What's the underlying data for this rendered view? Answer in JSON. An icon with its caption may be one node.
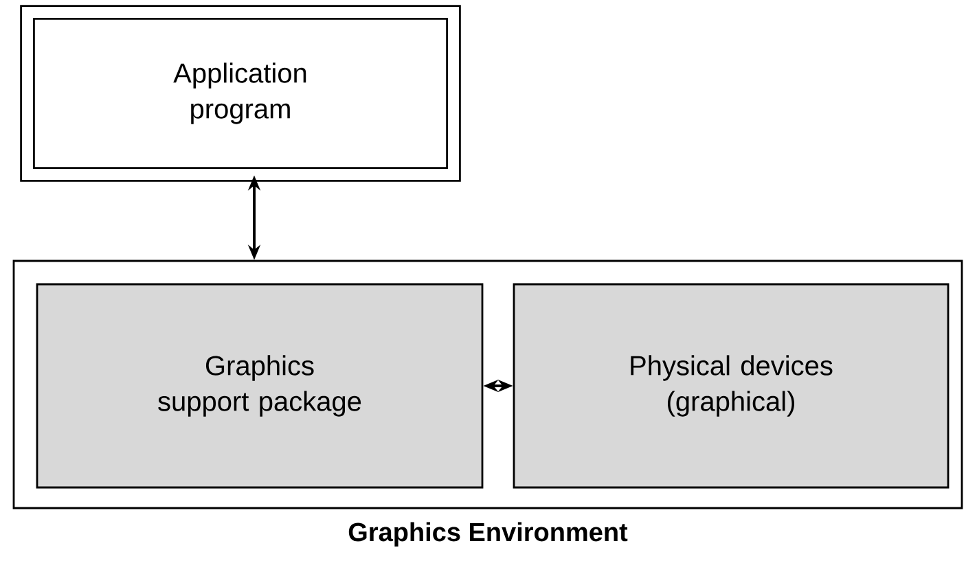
{
  "diagram": {
    "nodes": [
      {
        "text": [
          "Application program"
        ]
      },
      {
        "text": [
          "Graphics Environment"
        ]
      },
      {
        "text": [
          "Graphics support package"
        ],
        "in": 1
      },
      {
        "text": [
          "Physical devices (graphical)"
        ],
        "in": 1
      }
    ],
    "edges": [
      {
        "from": 0,
        "to": 1,
        "arrow": "both"
      },
      {
        "from": 2,
        "to": 3,
        "arrow": "both"
      }
    ]
  }
}
